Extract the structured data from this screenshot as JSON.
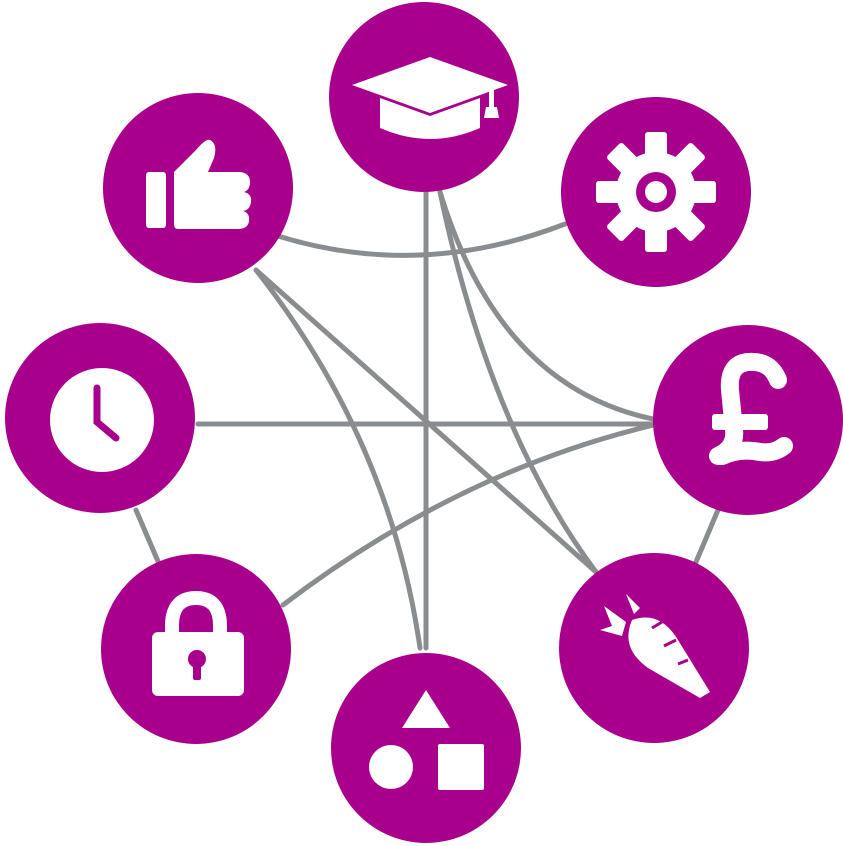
{
  "colors": {
    "node": "#a8008c",
    "connector": "#8a8d8f",
    "icon": "#ffffff",
    "background": "#ffffff"
  },
  "nodes": [
    {
      "id": "education",
      "icon": "graduation-cap-icon"
    },
    {
      "id": "settings",
      "icon": "gear-icon"
    },
    {
      "id": "finance",
      "icon": "pound-sign-icon"
    },
    {
      "id": "food",
      "icon": "carrot-icon"
    },
    {
      "id": "shapes",
      "icon": "shapes-icon"
    },
    {
      "id": "security",
      "icon": "padlock-icon"
    },
    {
      "id": "time",
      "icon": "clock-icon"
    },
    {
      "id": "approval",
      "icon": "thumbs-up-icon"
    }
  ],
  "connections": [
    [
      "approval",
      "settings"
    ],
    [
      "approval",
      "shapes"
    ],
    [
      "approval",
      "food"
    ],
    [
      "education",
      "shapes"
    ],
    [
      "education",
      "finance"
    ],
    [
      "education",
      "food"
    ],
    [
      "time",
      "finance"
    ],
    [
      "time",
      "security"
    ],
    [
      "security",
      "finance"
    ],
    [
      "finance",
      "food"
    ]
  ]
}
